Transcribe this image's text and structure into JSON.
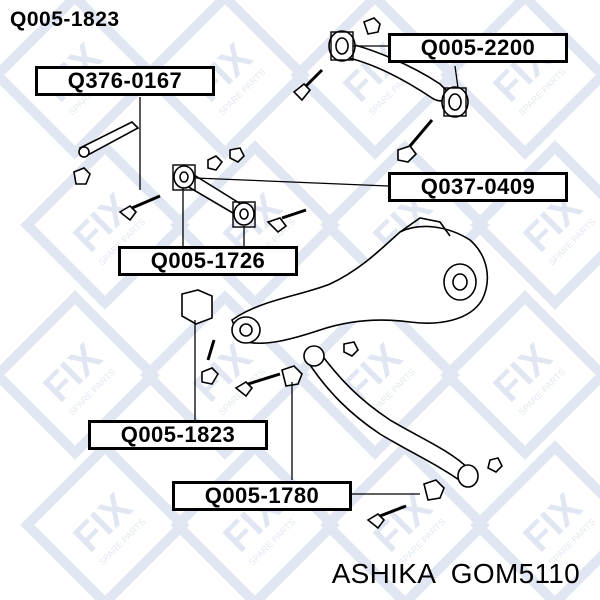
{
  "title": "Q005-1823",
  "labels": [
    {
      "id": "q005-2200",
      "text": "Q005-2200"
    },
    {
      "id": "q376-0167",
      "text": "Q376-0167"
    },
    {
      "id": "q037-0409",
      "text": "Q037-0409"
    },
    {
      "id": "q005-1726",
      "text": "Q005-1726"
    },
    {
      "id": "q005-1823",
      "text": "Q005-1823"
    },
    {
      "id": "q005-1780",
      "text": "Q005-1780"
    }
  ],
  "brand": "ASHIKA  GOM5110",
  "watermark": {
    "logo_text": "FIX",
    "sub_text": "SPARE PARTS",
    "color": "#c9d4e8"
  },
  "colors": {
    "line": "#000000",
    "label_border": "#000000",
    "background": "#ffffff"
  }
}
